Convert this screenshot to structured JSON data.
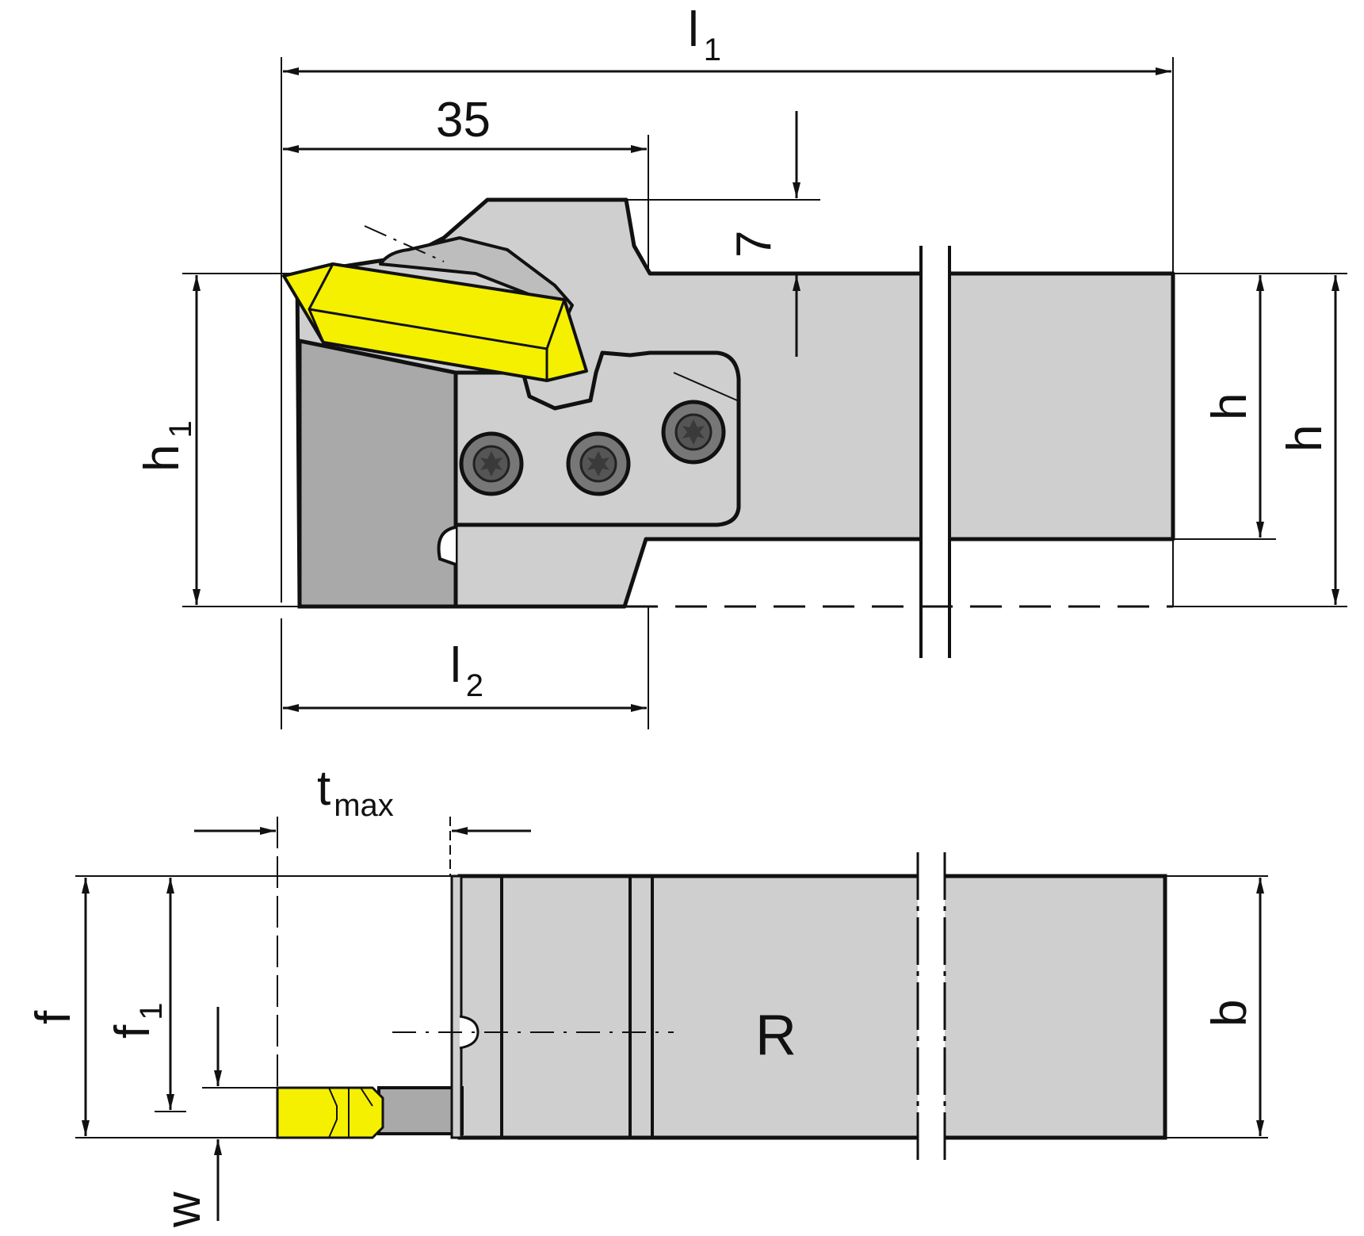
{
  "labels": {
    "l1_main": "l",
    "l1_sub": "1",
    "dim_35": "35",
    "dim_7": "7",
    "h1_main": "h",
    "h1_sub": "1",
    "h_inner": "h",
    "h_outer": "h",
    "l2_main": "l",
    "l2_sub": "2",
    "tmax_main": "t",
    "tmax_sub": "max",
    "f": "f",
    "f1_main": "f",
    "f1_sub": "1",
    "w": "w",
    "b": "b",
    "hand": "R"
  },
  "colors": {
    "body_gray": "#cfcfcf",
    "dark_gray": "#a9a9a9",
    "insert_yellow": "#f4f000",
    "screw_gray": "#777777",
    "line": "#111111"
  },
  "icons": [
    "torx-screw-icon",
    "torx-screw-icon",
    "torx-screw-icon"
  ]
}
